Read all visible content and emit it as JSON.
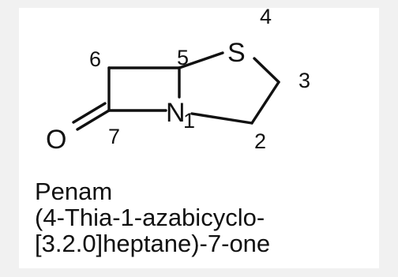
{
  "atoms": {
    "sulfur": "S",
    "nitrogen": "N",
    "oxygen": "O"
  },
  "positions": {
    "n1": "1",
    "n2": "2",
    "n3": "3",
    "n4": "4",
    "n5": "5",
    "n6": "6",
    "n7": "7"
  },
  "caption": {
    "name": "Penam",
    "line2": "(4-Thia-1-azabicyclo-",
    "line3": "[3.2.0]heptane)-7-one"
  }
}
